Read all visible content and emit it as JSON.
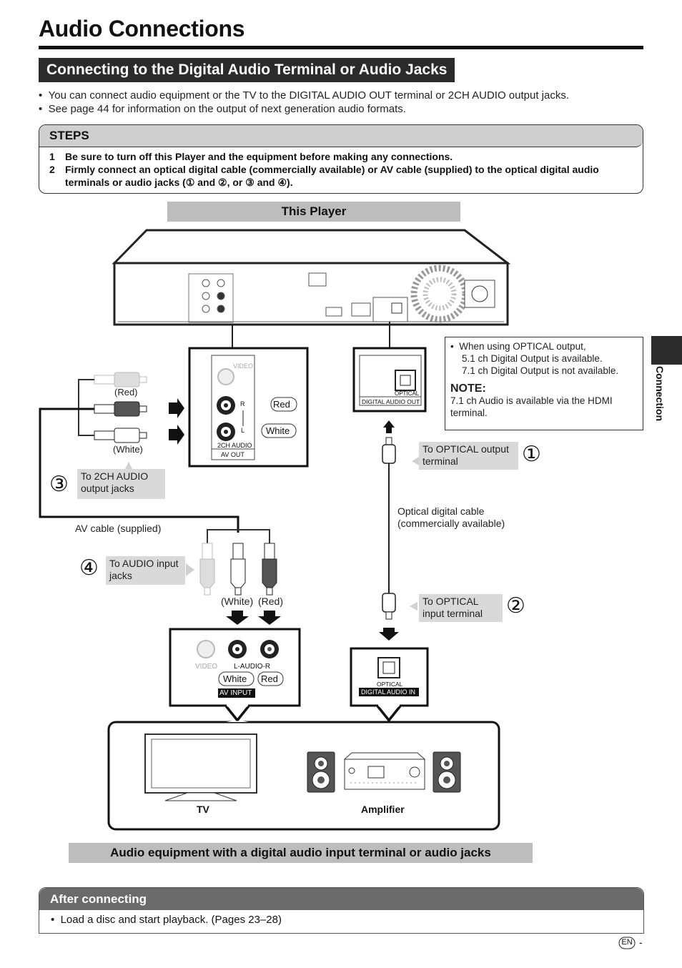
{
  "header": {
    "title": "Audio Connections",
    "subtitle": "Connecting to the Digital Audio Terminal or Audio Jacks"
  },
  "intro_bullets": [
    "You can connect audio equipment or the TV to the DIGITAL AUDIO OUT terminal or 2CH AUDIO output jacks.",
    "See page 44 for information on the output of next generation audio formats."
  ],
  "steps": {
    "heading": "STEPS",
    "items": [
      {
        "num": "1",
        "text": "Be sure to turn off this Player and the equipment before making any connections."
      },
      {
        "num": "2",
        "text": "Firmly connect an optical digital cable (commercially available) or AV cable (supplied) to the optical digital audio terminals or audio jacks (① and ②, or ③ and ④)."
      }
    ]
  },
  "diagram": {
    "this_player": "This Player",
    "player_panel": {
      "video": "VIDEO",
      "r": "R",
      "l": "L",
      "audio_2ch": "2CH AUDIO",
      "av_out": "AV OUT",
      "optical": "OPTICAL",
      "digital_audio_out": "DIGITAL AUDIO OUT",
      "red_badge": "Red",
      "white_badge": "White"
    },
    "plug_red": "(Red)",
    "plug_white": "(White)",
    "to_2ch": "To 2CH AUDIO output jacks",
    "to_optical_out": "To OPTICAL output terminal",
    "optical_cable": "Optical digital cable (commercially available)",
    "av_cable": "AV cable (supplied)",
    "to_audio_in": "To AUDIO input jacks",
    "plug_white_lower": "(White)",
    "plug_red_lower": "(Red)",
    "to_optical_in": "To OPTICAL input terminal",
    "tv_panel": {
      "video": "VIDEO",
      "l_audio_r": "L-AUDIO-R",
      "white": "White",
      "red": "Red",
      "av_input": "AV INPUT"
    },
    "amp_panel": {
      "optical": "OPTICAL",
      "digital_audio_in": "DIGITAL AUDIO IN"
    },
    "tv_label": "TV",
    "amplifier_label": "Amplifier",
    "equipment_bar": "Audio equipment with a digital audio input terminal or audio jacks",
    "circled": {
      "one": "①",
      "two": "②",
      "three": "③",
      "four": "④"
    }
  },
  "note": {
    "bullet_line1": "When using OPTICAL output,",
    "bullet_line2": "5.1 ch Digital Output is available.",
    "bullet_line3": "7.1 ch Digital Output is not available.",
    "heading": "NOTE:",
    "text": "7.1 ch Audio is available via the HDMI terminal."
  },
  "side_tab": "Connection",
  "after": {
    "heading": "After connecting",
    "text": "Load a disc and start playback. (Pages 23–28)"
  },
  "footer": {
    "lang": "EN",
    "dash": "-"
  }
}
